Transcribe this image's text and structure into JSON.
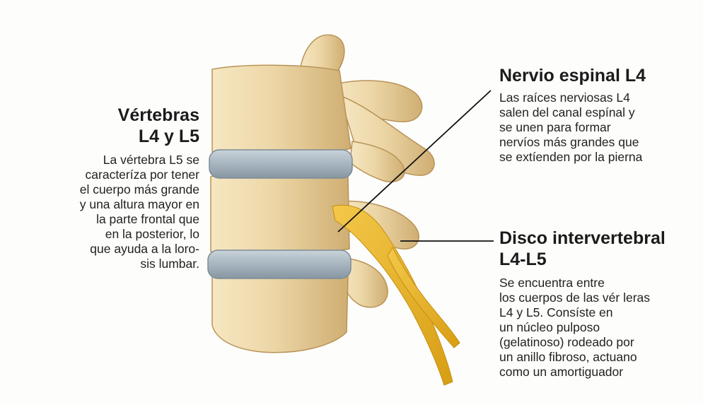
{
  "left": {
    "title_line1": "Vértebras",
    "title_line2": "L4 y L5",
    "body": "La vértebra L5 se\ncaracteríza por tener\nel cuerpo más grande\ny una altura mayor en\nla parte frontal que\nen la posterior, lo\nque ayuda a la loro-\nsis lumbar."
  },
  "right_top": {
    "title": "Nervio espinal L4",
    "body": "Las raíces nerviosas L4\nsalen del canal espínal y\nse unen para formar\nnervíos más grandes que\nse extíenden por la pierna"
  },
  "right_bottom": {
    "title_line1": "Disco intervertebral",
    "title_line2": "L4-L5",
    "body": "Se encuentra entre\nlos cuerpos de las vér leras\nL4 y L5. Consíste en\nun núcleo pulposo\n(gelatinoso) rodeado por\nun anillo fibroso, actuano\ncomo un amortiguador"
  },
  "colors": {
    "bone": "#e9d3a1",
    "bone_shadow": "#c9a86a",
    "disc": "#a9b8c2",
    "nerve": "#e8b62a",
    "leader_line": "#111111"
  }
}
